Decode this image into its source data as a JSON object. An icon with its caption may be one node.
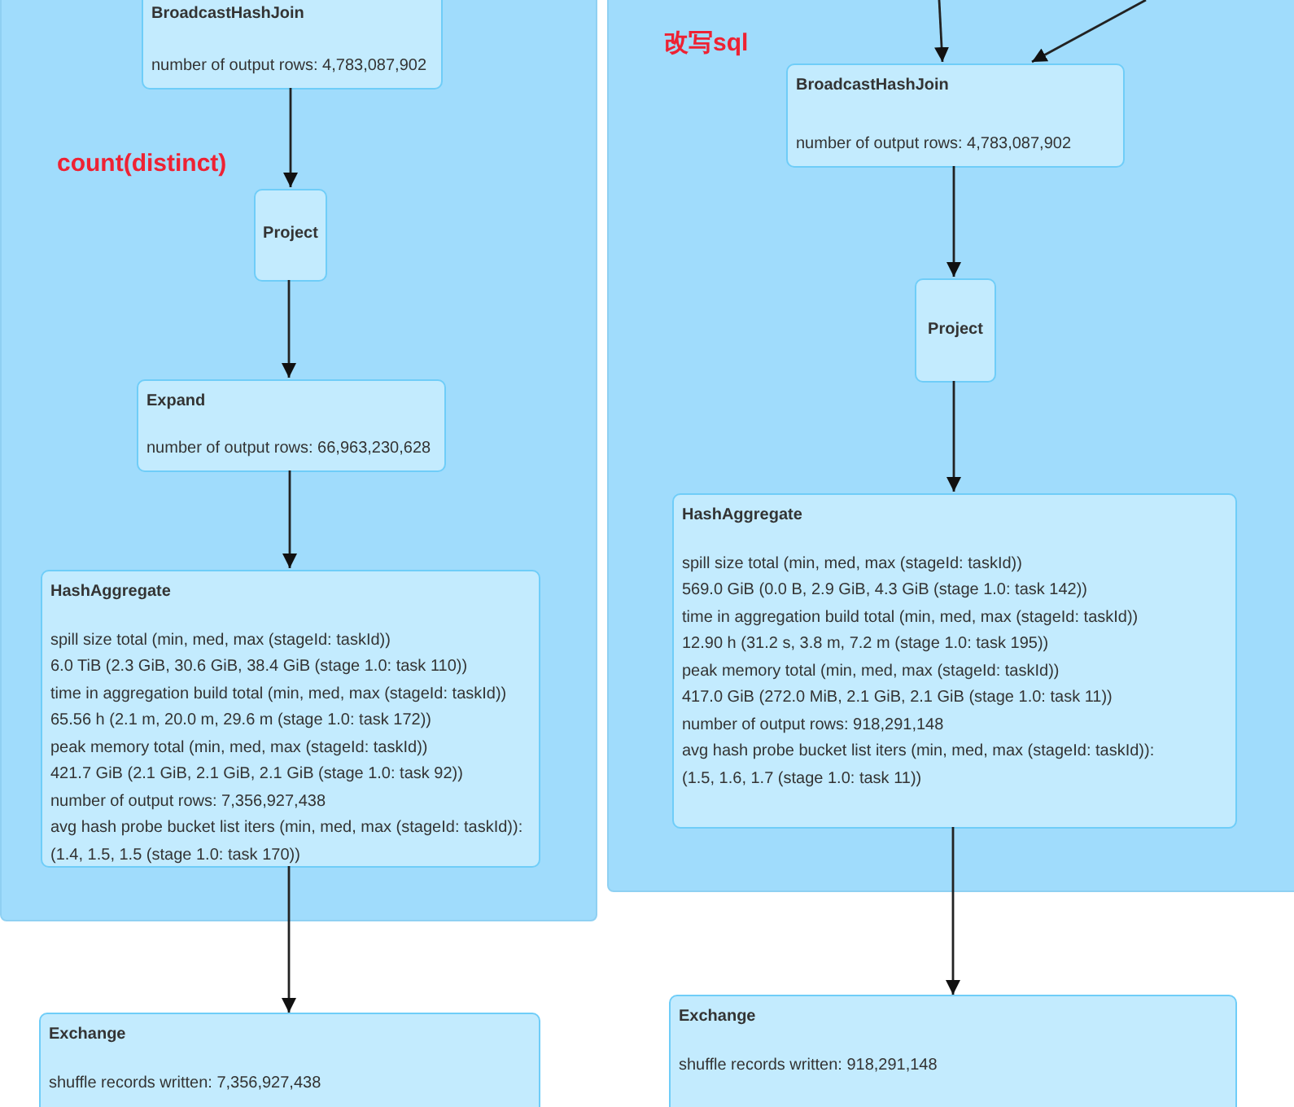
{
  "diagram": {
    "nodes": [
      {
        "text": [],
        "shape": "box"
      },
      {
        "text": [
          "BroadcastHashJoin",
          "number of output rows: 4,783,087,902"
        ],
        "in": 0
      },
      {
        "text": [
          "Project"
        ],
        "in": 0
      },
      {
        "text": [
          "Expand",
          "number of output rows: 66,963,230,628"
        ],
        "in": 0
      },
      {
        "text": [
          "HashAggregate",
          "spill size total (min, med, max (stageId: taskId))",
          "6.0 TiB (2.3 GiB, 30.6 GiB, 38.4 GiB (stage 1.0: task 110))",
          "time in aggregation build total (min, med, max (stageId: taskId))",
          "65.56 h (2.1 m, 20.0 m, 29.6 m (stage 1.0: task 172))",
          "peak memory total (min, med, max (stageId: taskId))",
          "421.7 GiB (2.1 GiB, 2.1 GiB, 2.1 GiB (stage 1.0: task 92))",
          "number of output rows: 7,356,927,438",
          "avg hash probe bucket list iters (min, med, max (stageId: taskId)):",
          "(1.4, 1.5, 1.5 (stage 1.0: task 170))"
        ],
        "in": 0
      },
      {
        "text": [
          "Exchange",
          "shuffle records written: 7,356,927,438"
        ]
      },
      {
        "text": [],
        "shape": "box"
      },
      {
        "text": [
          "BroadcastHashJoin",
          "number of output rows: 4,783,087,902"
        ],
        "in": 6
      },
      {
        "text": [
          "Project"
        ],
        "in": 6
      },
      {
        "text": [
          "HashAggregate",
          "spill size total (min, med, max (stageId: taskId))",
          "569.0 GiB (0.0 B, 2.9 GiB, 4.3 GiB (stage 1.0: task 142))",
          "time in aggregation build total (min, med, max (stageId: taskId))",
          "12.90 h (31.2 s, 3.8 m, 7.2 m (stage 1.0: task 195))",
          "peak memory total (min, med, max (stageId: taskId))",
          "417.0 GiB (272.0 MiB, 2.1 GiB, 2.1 GiB (stage 1.0: task 11))",
          "number of output rows: 918,291,148",
          "avg hash probe bucket list iters (min, med, max (stageId: taskId)):",
          "(1.5, 1.6, 1.7 (stage 1.0: task 11))"
        ],
        "in": 6
      },
      {
        "text": [
          "Exchange",
          "shuffle records written: 918,291,148"
        ]
      }
    ],
    "edges": [
      {
        "from": 1,
        "to": 2,
        "arrow": "to"
      },
      {
        "from": 2,
        "to": 3,
        "arrow": "to"
      },
      {
        "from": 3,
        "to": 4,
        "arrow": "to"
      },
      {
        "from": 4,
        "to": 5,
        "arrow": "to"
      },
      {
        "from": null,
        "to": 7,
        "arrow": "to"
      },
      {
        "from": null,
        "to": 7,
        "arrow": "to"
      },
      {
        "from": 7,
        "to": 8,
        "arrow": "to"
      },
      {
        "from": 8,
        "to": 9,
        "arrow": "to"
      },
      {
        "from": 9,
        "to": 10,
        "arrow": "to"
      }
    ],
    "labels": [
      "count(distinct)",
      "改写sql"
    ]
  }
}
